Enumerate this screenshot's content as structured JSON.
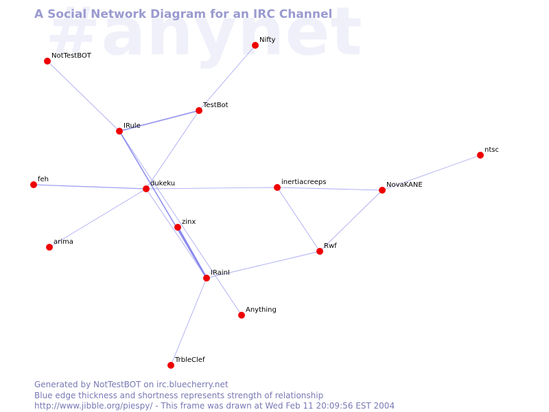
{
  "watermark": "#anynet",
  "title": "A Social Network Diagram for an IRC Channel",
  "footer": {
    "line1": "Generated by NotTestBOT on irc.bluecherry.net",
    "line2": "Blue edge thickness and shortness represents strength of relationship",
    "line3": "http://www.jibble.org/piespy/ - This frame was drawn at Wed Feb 11 20:09:56 EST 2004"
  },
  "colors": {
    "node": "#ee0000",
    "edge": "#8888ee",
    "title": "#9a9ad0",
    "footer": "#7878b4",
    "watermark": "#f0f0fa"
  },
  "nodes": [
    {
      "id": "NotTestBOT",
      "label": "NotTestBOT"
    },
    {
      "id": "Nifty",
      "label": "Nifty"
    },
    {
      "id": "TestBot",
      "label": "TestBot"
    },
    {
      "id": "IRule",
      "label": "IRule"
    },
    {
      "id": "feh",
      "label": "feh"
    },
    {
      "id": "dukeku",
      "label": "dukeku"
    },
    {
      "id": "inertiacreeps",
      "label": "inertiacreeps"
    },
    {
      "id": "NovaKANE",
      "label": "NovaKANE"
    },
    {
      "id": "ntsc",
      "label": "ntsc"
    },
    {
      "id": "zinx",
      "label": "zinx"
    },
    {
      "id": "arima",
      "label": "arima"
    },
    {
      "id": "Rwf",
      "label": "Rwf"
    },
    {
      "id": "IRainI",
      "label": "IRainI"
    },
    {
      "id": "Anything",
      "label": "Anything"
    },
    {
      "id": "TrbleClef",
      "label": "TrbleClef"
    }
  ],
  "edges": [
    {
      "from": "NotTestBOT",
      "to": "IRule",
      "strength": 1
    },
    {
      "from": "Nifty",
      "to": "TestBot",
      "strength": 1
    },
    {
      "from": "IRule",
      "to": "TestBot",
      "strength": 2
    },
    {
      "from": "TestBot",
      "to": "dukeku",
      "strength": 1
    },
    {
      "from": "IRule",
      "to": "IRainI",
      "strength": 2
    },
    {
      "from": "IRule",
      "to": "Anything",
      "strength": 1
    },
    {
      "from": "feh",
      "to": "dukeku",
      "strength": 1.5
    },
    {
      "from": "dukeku",
      "to": "inertiacreeps",
      "strength": 1
    },
    {
      "from": "dukeku",
      "to": "arima",
      "strength": 1
    },
    {
      "from": "dukeku",
      "to": "IRainI",
      "strength": 1
    },
    {
      "from": "inertiacreeps",
      "to": "NovaKANE",
      "strength": 1
    },
    {
      "from": "inertiacreeps",
      "to": "Rwf",
      "strength": 1
    },
    {
      "from": "NovaKANE",
      "to": "ntsc",
      "strength": 1
    },
    {
      "from": "NovaKANE",
      "to": "Rwf",
      "strength": 1
    },
    {
      "from": "zinx",
      "to": "IRainI",
      "strength": 3
    },
    {
      "from": "Rwf",
      "to": "IRainI",
      "strength": 1
    },
    {
      "from": "IRainI",
      "to": "TrbleClef",
      "strength": 1
    }
  ]
}
